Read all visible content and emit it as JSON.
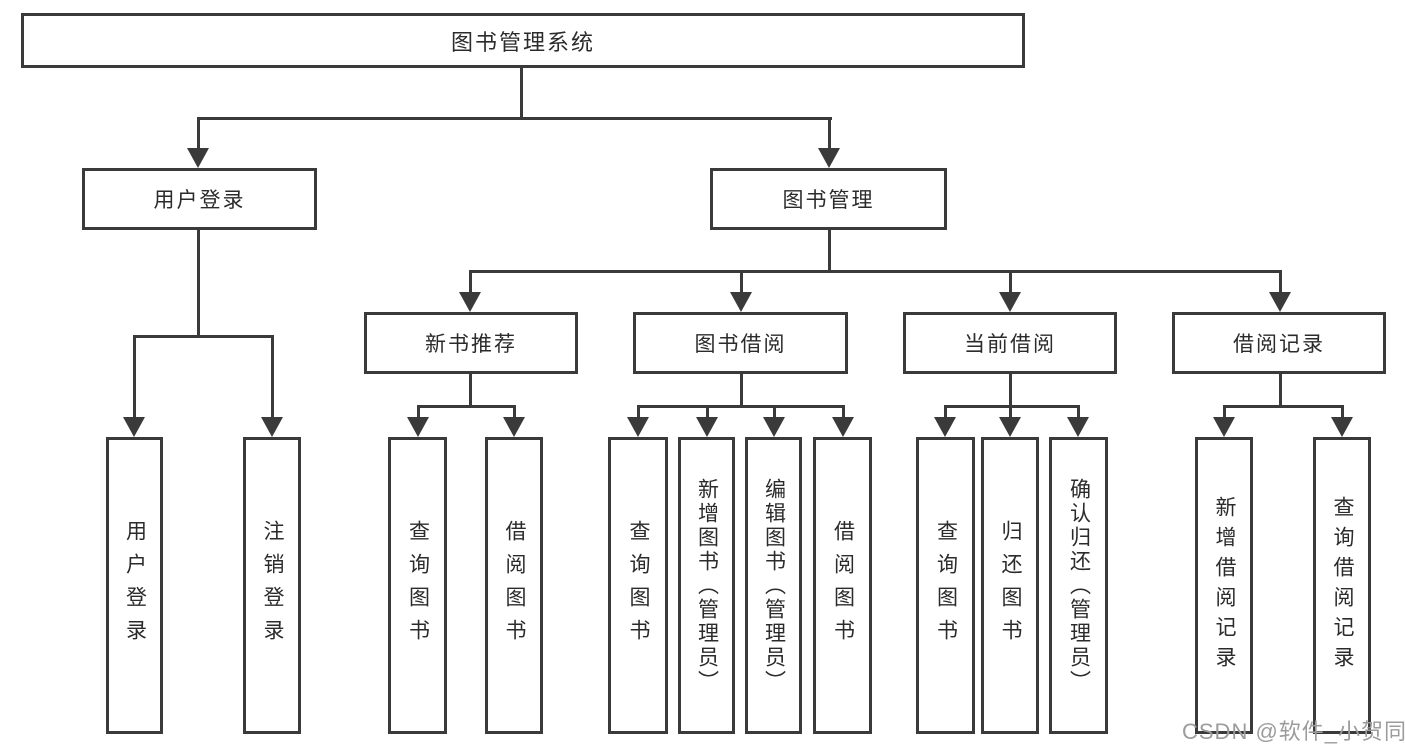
{
  "tree": {
    "label": "图书管理系统",
    "children": [
      {
        "label": "用户登录",
        "children": [
          {
            "label": "用户登录"
          },
          {
            "label": "注销登录"
          }
        ]
      },
      {
        "label": "图书管理",
        "children": [
          {
            "label": "新书推荐",
            "children": [
              {
                "label": "查询图书"
              },
              {
                "label": "借阅图书"
              }
            ]
          },
          {
            "label": "图书借阅",
            "children": [
              {
                "label": "查询图书"
              },
              {
                "label": "新增图书（管理员）"
              },
              {
                "label": "编辑图书（管理员）"
              },
              {
                "label": "借阅图书"
              }
            ]
          },
          {
            "label": "当前借阅",
            "children": [
              {
                "label": "查询图书"
              },
              {
                "label": "归还图书"
              },
              {
                "label": "确认归还（管理员）"
              }
            ]
          },
          {
            "label": "借阅记录",
            "children": [
              {
                "label": "新增借阅记录"
              },
              {
                "label": "查询借阅记录"
              }
            ]
          }
        ]
      }
    ]
  },
  "watermark": {
    "text": "CSDN @软件_小贺同学"
  },
  "colors": {
    "line": "#3a3a3a",
    "text": "#2b2b2b",
    "watermark": "#9c9c9c",
    "background": "#ffffff"
  }
}
